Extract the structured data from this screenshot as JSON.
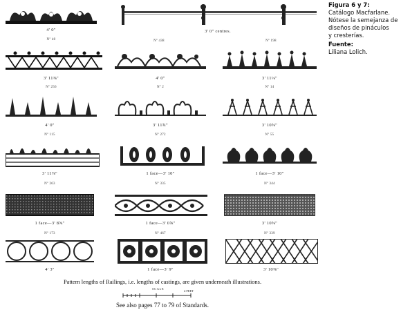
{
  "caption": {
    "title": "Figura 6 y 7:",
    "lines": [
      "Catálogo Macfarlane.",
      "Nótese la semejanza de",
      "diseños de pináculos",
      "y cresterías."
    ],
    "source_label": "Fuente:",
    "source": "Liliana Lolich."
  },
  "catalog": {
    "row1": {
      "left_length": "4' 0\"",
      "left_no": "Nº 40",
      "right_length": "3' 0\" centres.",
      "right_no": "Nº 438",
      "far_right_no": "Nº 198"
    },
    "row2": {
      "a_length": "3' 11⅜\"",
      "a_no": "Nº 256",
      "b_length": "4' 0\"",
      "b_no": "Nº 2",
      "c_length": "3' 11⅛\"",
      "c_no": "Nº 14"
    },
    "row3": {
      "a_length": "4' 0\"",
      "a_no": "Nº 115",
      "b_length": "3' 11¾\"",
      "b_no": "Nº 272",
      "c_length": "3' 10⅝\"",
      "c_no": "Nº 55"
    },
    "row4": {
      "a_length": "3' 11⅞\"",
      "a_no": "Nº 263",
      "b_length": "1 face—3' 10\"",
      "b_no": "Nº 335",
      "c_length": "1 face—3' 10\"",
      "c_no": "Nº 344"
    },
    "row5": {
      "a_length": "1 face—3' 8⅝\"",
      "a_no": "Nº 173",
      "b_length": "1 face—3' 0⅝\"",
      "b_no": "Nº 467",
      "c_length": "3' 10⅝\"",
      "c_no": "Nº 339"
    },
    "row6": {
      "a_length": "4' 3\"",
      "b_length": "1 face—3' 9\"",
      "c_length": "3' 10⅝\""
    }
  },
  "footer": {
    "note": "Pattern lengths of Railings, i.e. lengths of castings, are given underneath illustrations.",
    "scale_label": "SCALE",
    "scale_end": "4 FEET",
    "see_also": "See also pages 77 to 79 of Standards."
  }
}
